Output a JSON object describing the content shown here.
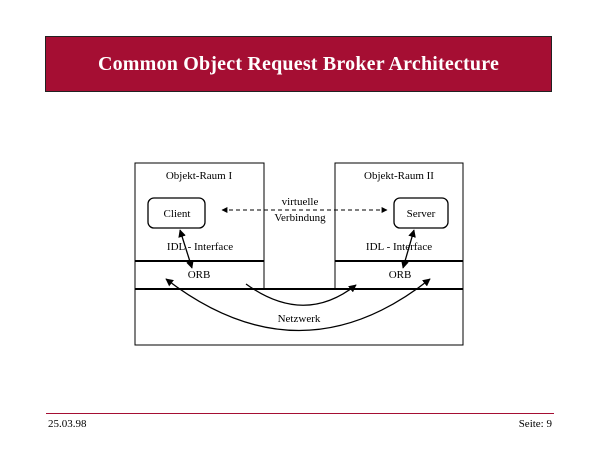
{
  "slide": {
    "title": "Common Object Request Broker Architecture"
  },
  "diagram": {
    "left_space_label": "Objekt-Raum I",
    "right_space_label": "Objekt-Raum II",
    "client_label": "Client",
    "server_label": "Server",
    "virtual_connection_line1": "virtuelle",
    "virtual_connection_line2": "Verbindung",
    "left_idl_label": "IDL - Interface",
    "right_idl_label": "IDL - Interface",
    "left_orb_label": "ORB",
    "right_orb_label": "ORB",
    "network_label": "Netzwerk"
  },
  "footer": {
    "date": "25.03.98",
    "page": "Seite: 9"
  },
  "colors": {
    "title_background": "#a50e33",
    "title_text": "#ffffff",
    "footer_line": "#a50e33"
  }
}
